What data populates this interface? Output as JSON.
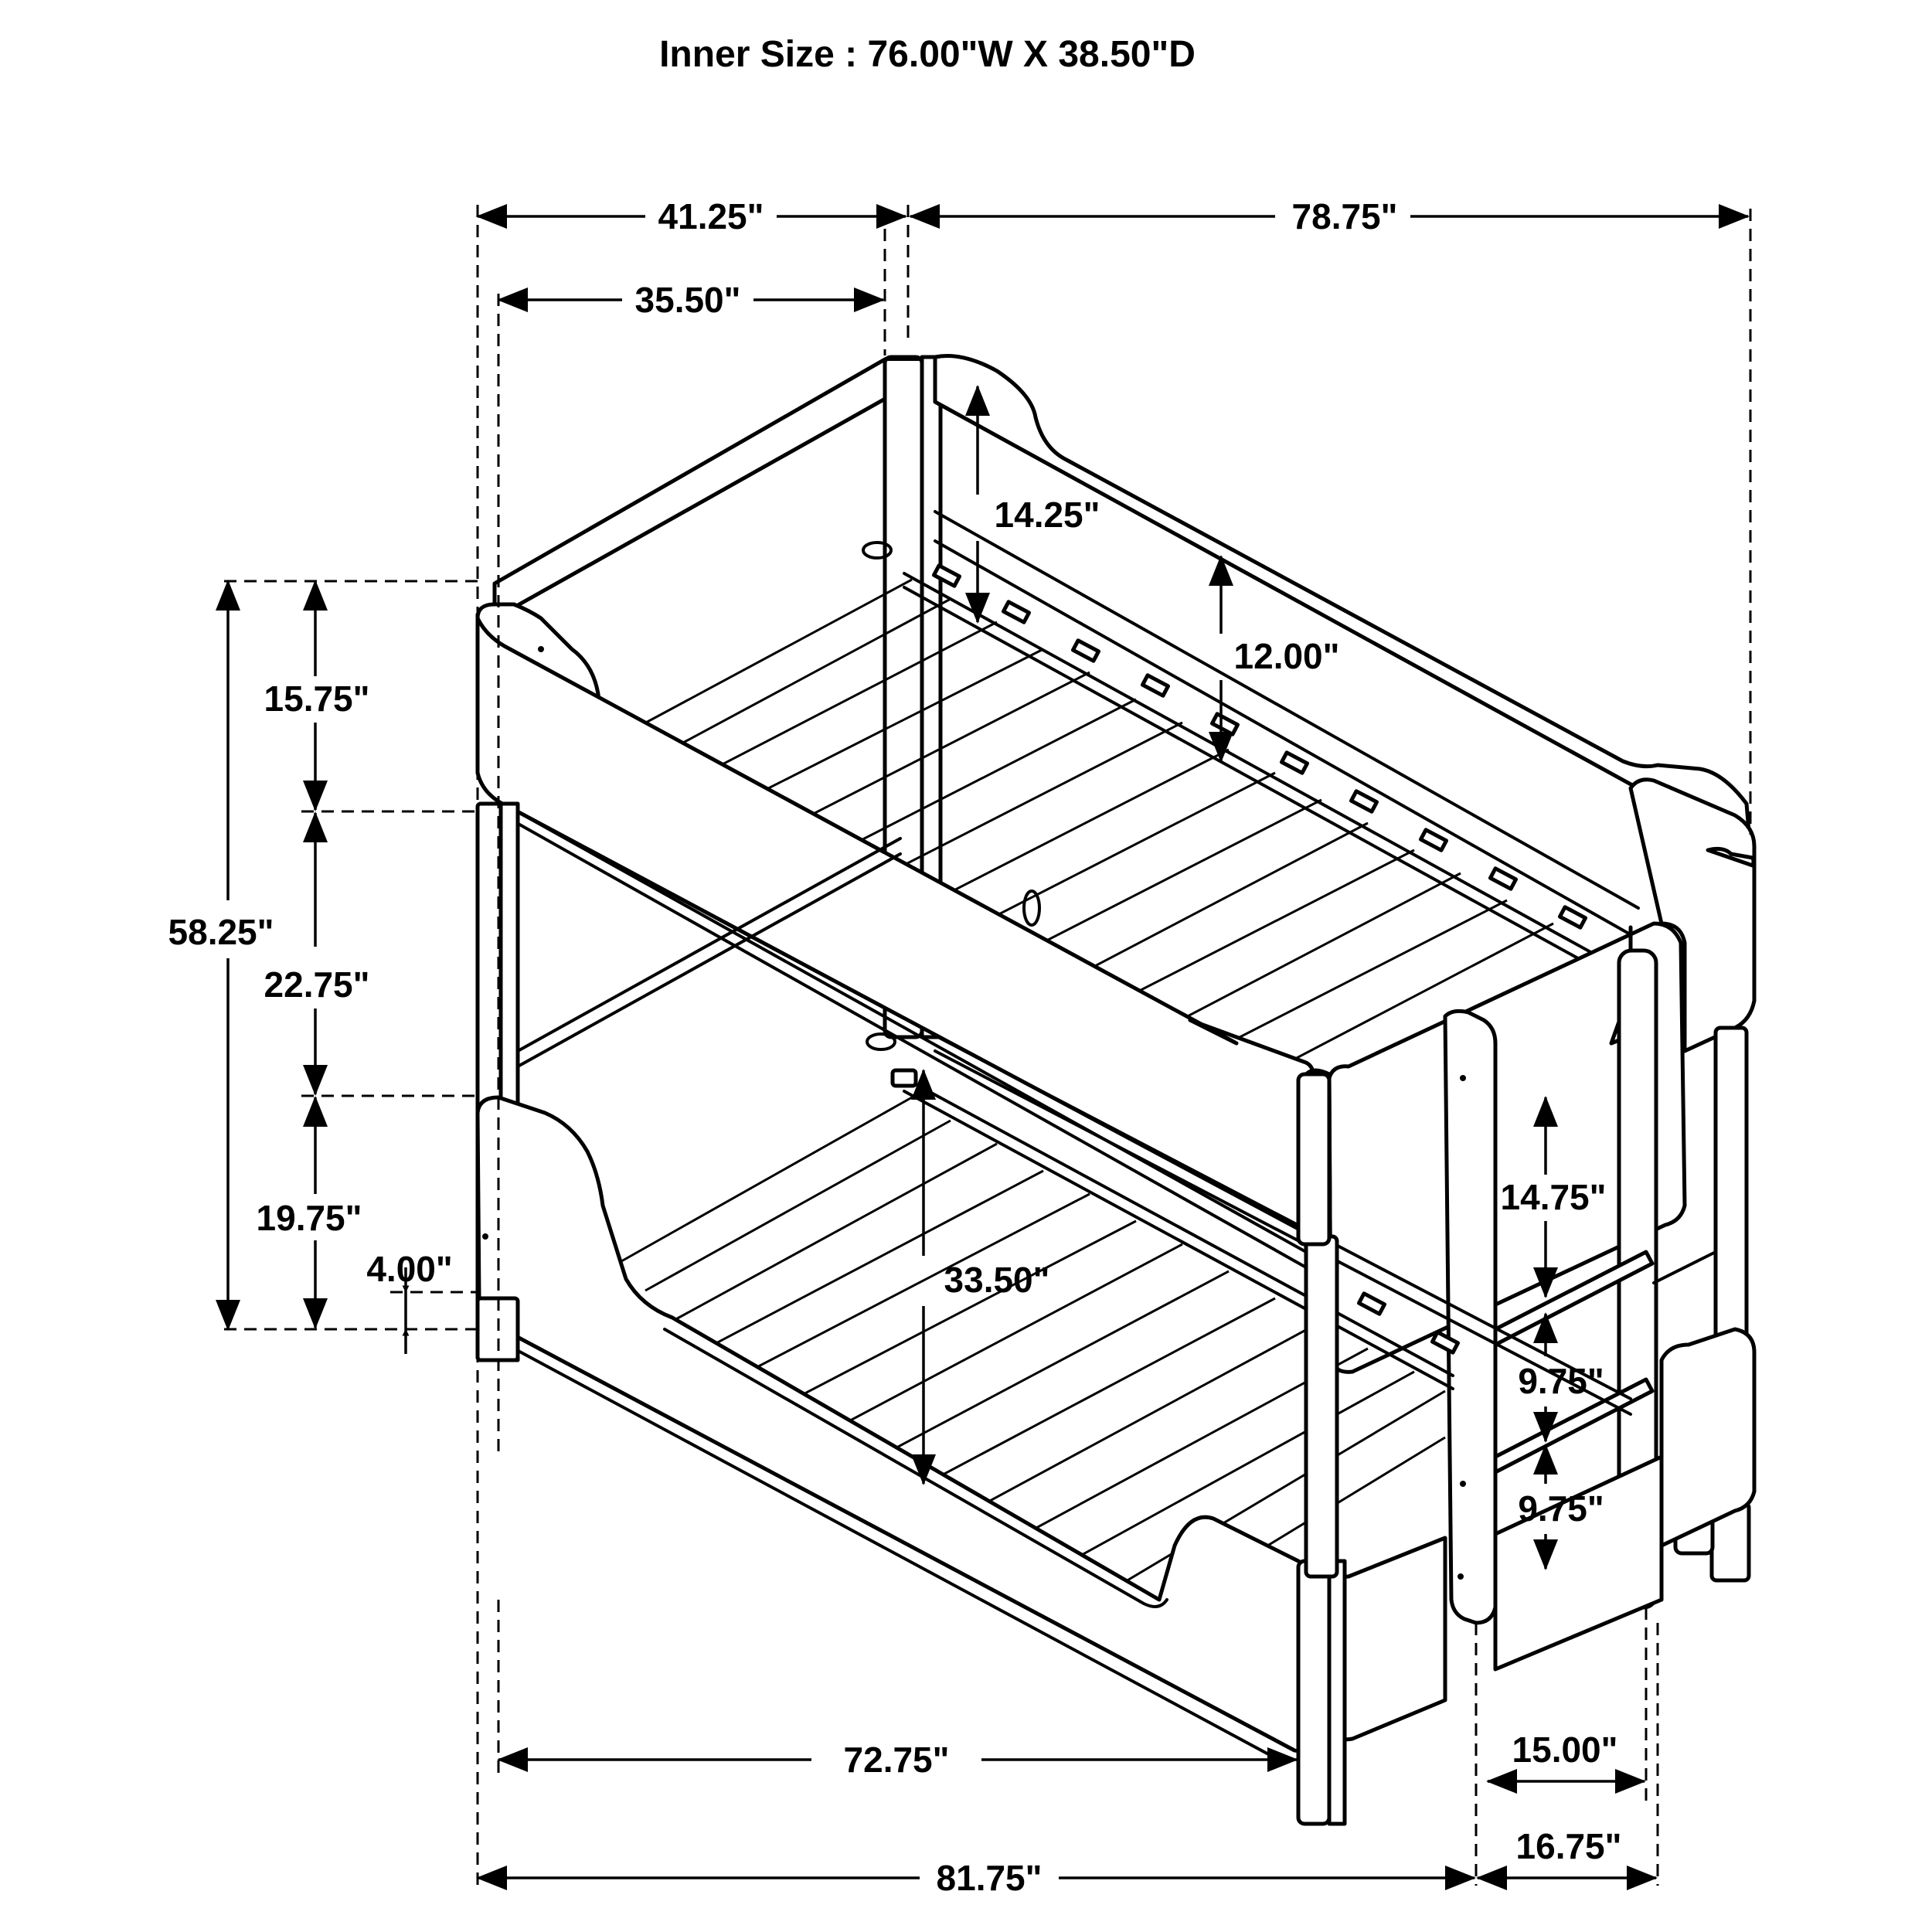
{
  "title": "Inner Size : 76.00\"W X  38.50\"D",
  "dimensions": {
    "top_width": "41.25\"",
    "top_length": "78.75\"",
    "inner_width": "35.50\"",
    "upper_guard": "14.25\"",
    "upper_clearance_right": "12.00\"",
    "top_section": "15.75\"",
    "middle_section": "22.75\"",
    "bottom_section": "19.75\"",
    "overall_height": "58.25\"",
    "floor_clearance": "4.00\"",
    "lower_clearance": "33.50\"",
    "ladder_top_step": "14.75\"",
    "ladder_step_1": "9.75\"",
    "ladder_step_2": "9.75\"",
    "inner_length": "72.75\"",
    "ladder_width": "15.00\"",
    "overall_length": "81.75\"",
    "ladder_depth": "16.75\""
  }
}
